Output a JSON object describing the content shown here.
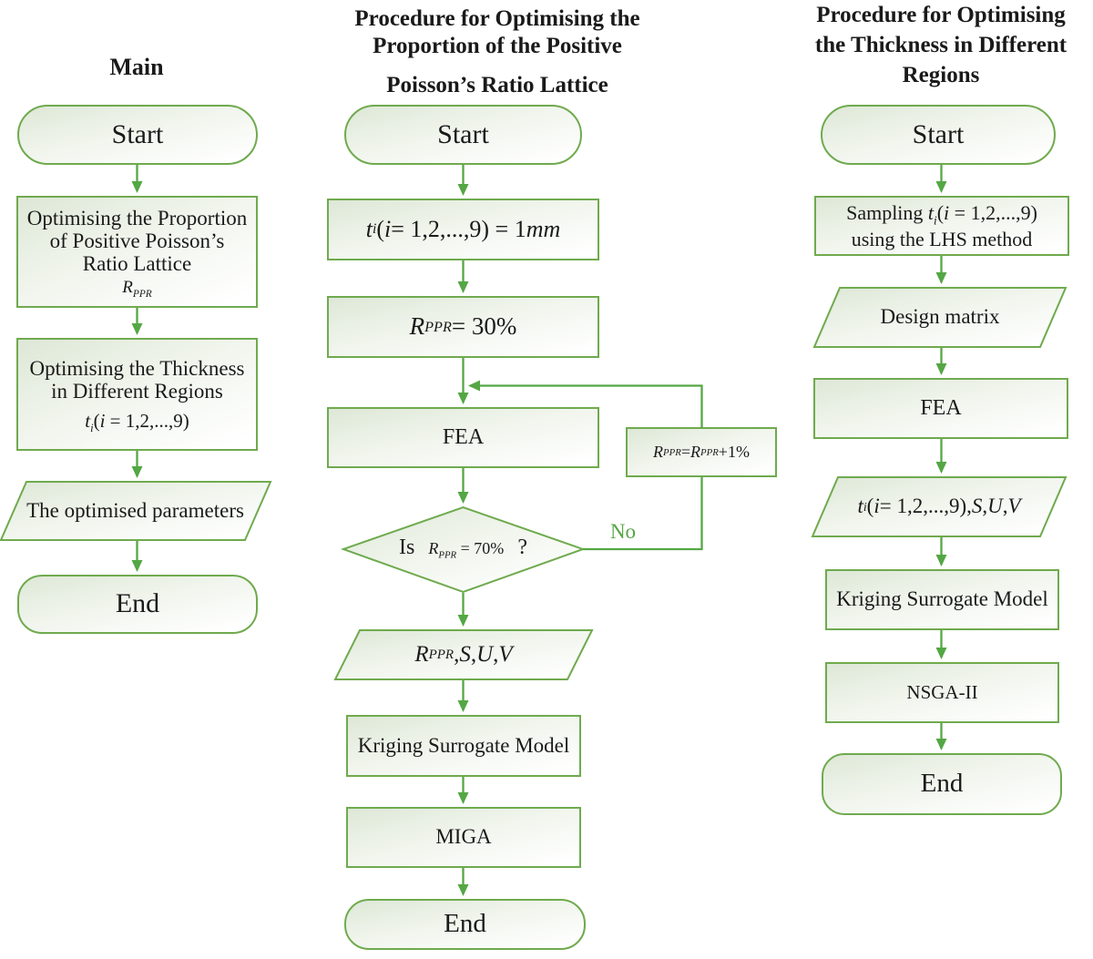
{
  "figure": {
    "type": "flowchart",
    "background": "#ffffff"
  },
  "colors": {
    "shape_border": "#6faa4e",
    "connector": "#54a744",
    "fill_tint": "#dde7d6",
    "text": "#1a1a1a",
    "no_label": "#54a744"
  },
  "col_main": {
    "title": "Main",
    "start": "Start",
    "step1_lines": [
      "Optimising the Proportion",
      "of Positive Poisson’s",
      "Ratio Lattice"
    ],
    "step1_math": "[i]R[/i][sub]PPR[/sub]",
    "step2_lines": [
      "Optimising the Thickness",
      "in Different Regions"
    ],
    "step2_math": "[i]t[/i][sub]i[/sub]([i]i[/i] = 1,2,...,9)",
    "output": "The optimised parameters",
    "end": "End"
  },
  "col_proportion": {
    "title_lines": [
      "Procedure for Optimising the",
      "Proportion of the Positive",
      "Poisson’s Ratio Lattice"
    ],
    "start": "Start",
    "init_thickness": "[i]t[/i][sub]i[/sub]([i]i[/i] = 1,2,...,9) = 1[i]mm[/i]",
    "init_rppr": "[i]R[/i][sub]PPR[/sub] = 30%",
    "fea": "FEA",
    "increment": "[i]R[/i][sub]PPR[/sub] = [i]R[/i][sub]PPR[/sub] +1%",
    "decision_prefix": "Is",
    "decision_math": "[i]R[/i][sub]PPR[/sub] = 70%",
    "decision_suffix": "?",
    "no_label": "No",
    "output": "[i]R[/i][sub]PPR[/sub], [i]S[/i],[i]U[/i],[i]V[/i]",
    "kriging": "Kriging Surrogate Model",
    "miga": "MIGA",
    "end": "End"
  },
  "col_thickness": {
    "title_lines": [
      "Procedure for Optimising",
      "the Thickness in Different",
      "Regions"
    ],
    "start": "Start",
    "sampling_lines": [
      "Sampling [i]t[/i][sub]i[/sub]([i]i[/i] = 1,2,...,9)",
      "using the LHS method"
    ],
    "design_matrix": "Design matrix",
    "fea": "FEA",
    "output": "[i]t[/i][sub]i[/sub]([i]i[/i] = 1,2,...,9), [i]S[/i],[i]U[/i],[i]V[/i]",
    "kriging": "Kriging Surrogate Model",
    "nsga": "NSGA-II",
    "end": "End"
  }
}
